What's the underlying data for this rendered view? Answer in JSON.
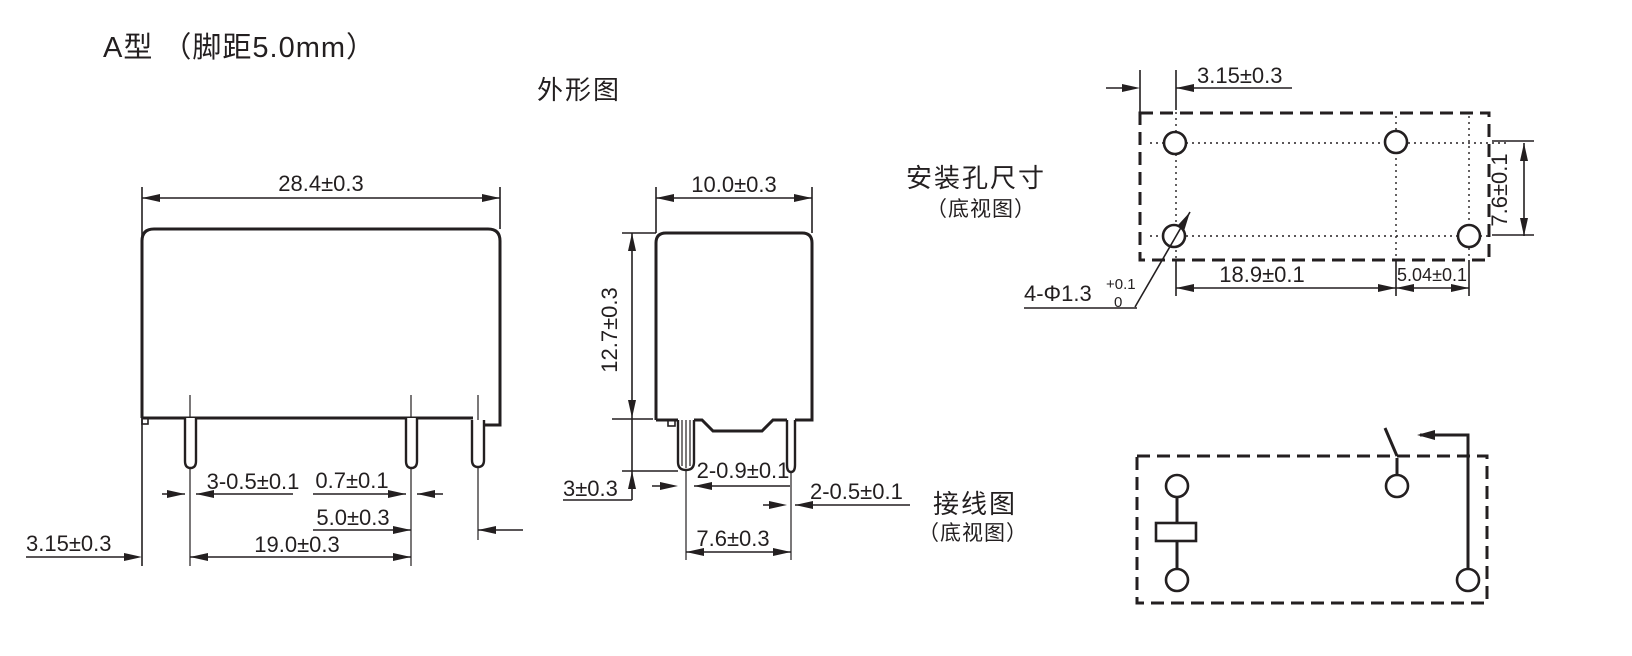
{
  "title": "A型 （脚距5.0mm）",
  "colors": {
    "line": "#231f20",
    "background": "#ffffff"
  },
  "views": {
    "outline": {
      "label": "外形图",
      "front": {
        "width": "28.4±0.3",
        "pin_width": "3-0.5±0.1",
        "pin_offset": "0.7±0.1",
        "pin_pitch": "5.0±0.3",
        "pin_span": "19.0±0.3",
        "edge_to_pin": "3.15±0.3"
      },
      "side": {
        "width": "10.0±0.3",
        "height": "12.7±0.3",
        "pin_length": "3±0.3",
        "coil_pin_width": "2-0.9±0.1",
        "contact_pin_width": "2-0.5±0.1",
        "pin_spacing": "7.6±0.3"
      }
    },
    "mounting": {
      "label": "安装孔尺寸",
      "sublabel": "（底视图）",
      "dims": {
        "edge_to_hole": "3.15±0.3",
        "row_spacing": "7.6±0.1",
        "hole_span": "18.9±0.1",
        "hole_offset": "5.04±0.1"
      },
      "hole_callout": {
        "main": "4-Φ1.3",
        "sup": "+0.1",
        "sub": "0"
      }
    },
    "wiring": {
      "label": "接线图",
      "sublabel": "（底视图）"
    }
  }
}
